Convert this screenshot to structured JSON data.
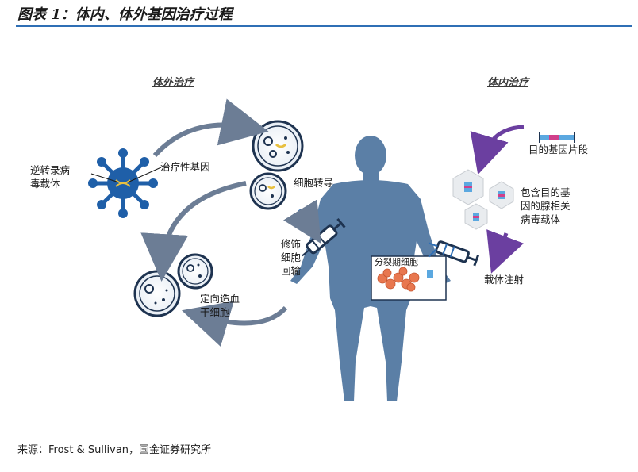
{
  "figure": {
    "title": "图表 1：体内、体外基因治疗过程",
    "source": "来源：Frost & Sullivan，国金证券研究所"
  },
  "diagram": {
    "ex_vivo": {
      "heading": "体外治疗",
      "vector_label": "逆转录病\n毒载体",
      "gene_label": "治疗性基因",
      "transduction_label": "细胞转导",
      "modify_label": "修饰\n细胞\n回输",
      "stem_cell_label": "定向造血\n干细胞"
    },
    "in_vivo": {
      "heading": "体内治疗",
      "target_gene_label": "目的基因片段",
      "aav_label": "包含目的基\n因的腺相关\n病毒载体",
      "inject_label": "载体注射",
      "dividing_cells_label": "分裂期细胞"
    }
  },
  "colors": {
    "accent_blue": "#2f6fb5",
    "body_blue": "#5b7fa6",
    "virus_blue": "#1f5fa8",
    "arrow_gray": "#6c7d95",
    "arrow_purple": "#6b3fa0"
  }
}
